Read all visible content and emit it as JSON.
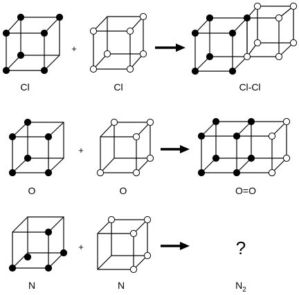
{
  "rows": [
    {
      "left_atom": {
        "label": "Cl",
        "filled_corners": [
          "top-back-left",
          "top-back-right",
          "top-front-left",
          "top-front-right",
          "bottom-back-left",
          "bottom-front-left",
          "bottom-front-right"
        ],
        "open_corners": []
      },
      "right_atom": {
        "label": "Cl",
        "filled_corners": [],
        "open_corners": [
          "top-back-right",
          "top-front-left",
          "top-front-right",
          "bottom-back-left",
          "bottom-back-right",
          "bottom-front-left",
          "bottom-front-right"
        ]
      },
      "plus": "+",
      "product": {
        "label": "Cl-Cl",
        "kind": "two-cubes-shared-corner"
      }
    },
    {
      "left_atom": {
        "label": "O",
        "filled_corners": [
          "top-back-left",
          "top-front-left",
          "top-front-right",
          "bottom-back-left",
          "bottom-front-left",
          "bottom-front-right"
        ],
        "open_corners": []
      },
      "right_atom": {
        "label": "O",
        "filled_corners": [],
        "open_corners": [
          "top-back-left",
          "top-back-right",
          "top-front-right",
          "bottom-back-right",
          "bottom-front-left",
          "bottom-front-right"
        ]
      },
      "plus": "+",
      "product": {
        "label": "O=O",
        "kind": "two-cubes-shared-face"
      }
    },
    {
      "left_atom": {
        "label": "N",
        "filled_corners": [
          "top-front-right",
          "bottom-back-left",
          "bottom-back-right",
          "bottom-front-left",
          "bottom-front-right"
        ],
        "open_corners": []
      },
      "right_atom": {
        "label": "N",
        "filled_corners": [],
        "open_corners": [
          "top-back-left",
          "top-back-right",
          "top-front-right",
          "bottom-back-right",
          "bottom-front-right"
        ]
      },
      "plus": "+",
      "product": {
        "label": "?",
        "subscript_label": {
          "base": "N",
          "sub": "2"
        }
      }
    }
  ]
}
